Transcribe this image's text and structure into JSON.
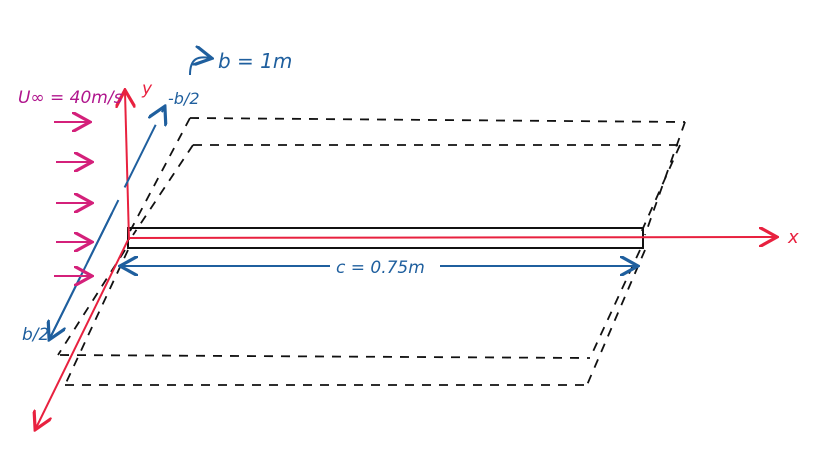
{
  "labels": {
    "freestream": "U∞ = 40m/s",
    "span": "b = 1m",
    "neg_half_span": "-b/2",
    "pos_half_span": "b/2",
    "chord": "c = 0.75m",
    "x_axis": "x",
    "y_axis": "y"
  },
  "colors": {
    "axis": "#e8213f",
    "dimension": "#1f5f9e",
    "flow": "#d4207a",
    "outline": "#111111"
  }
}
